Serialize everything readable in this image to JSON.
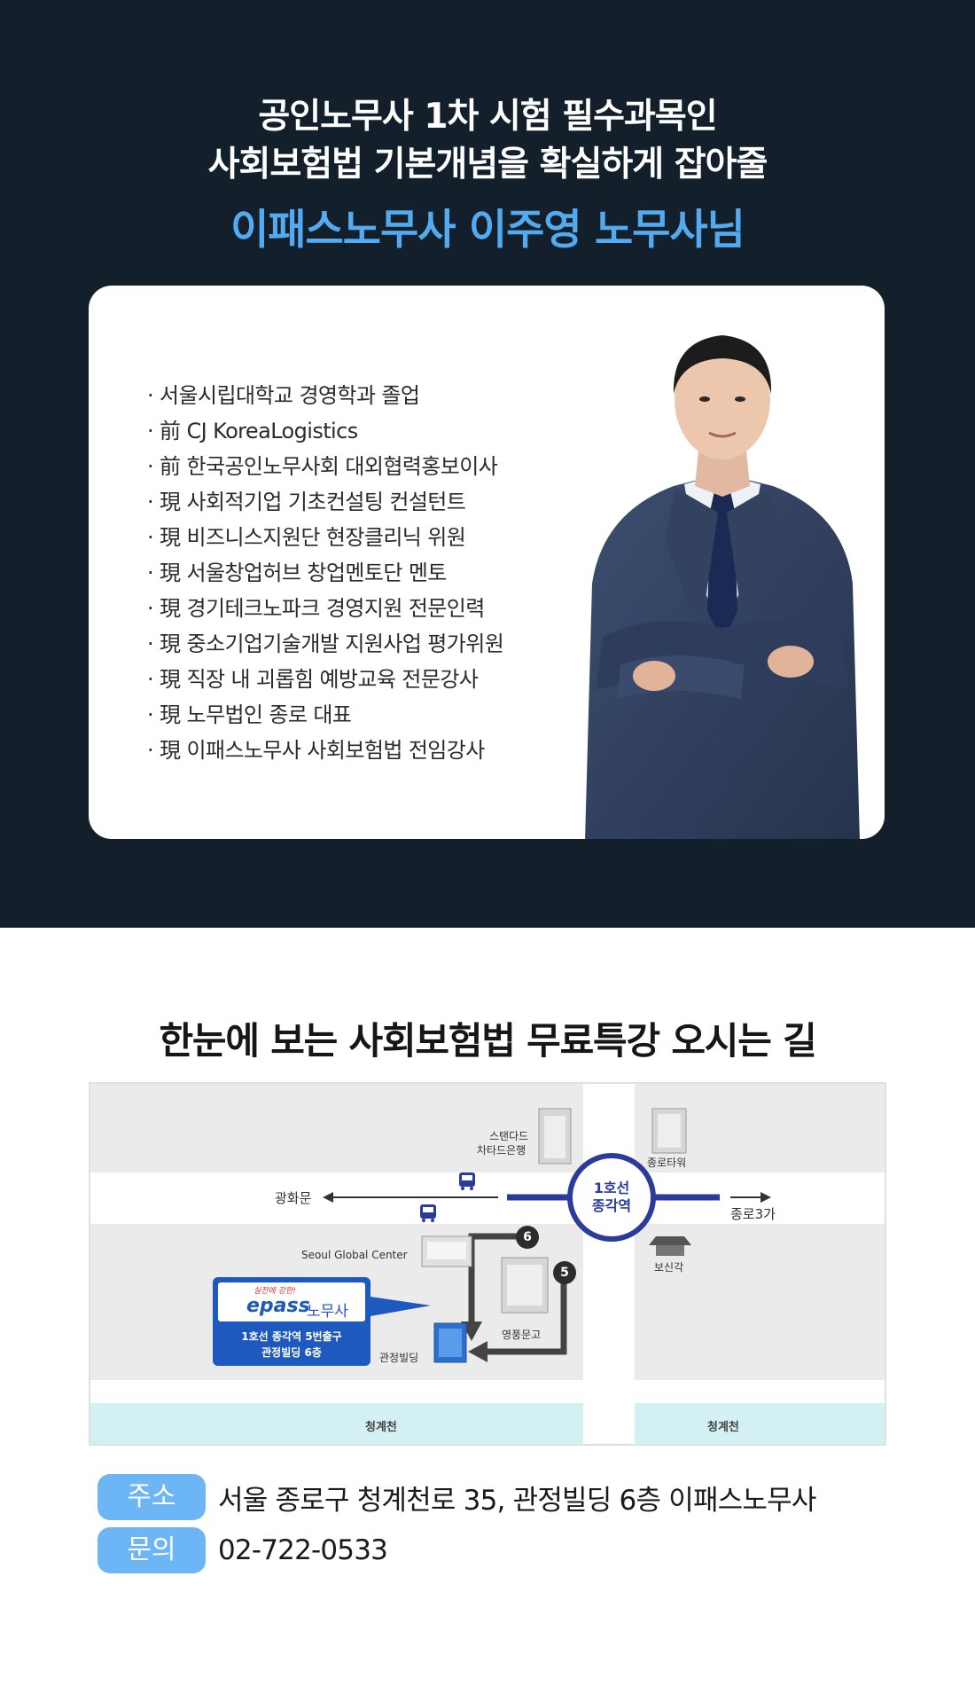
{
  "hero": {
    "line1": "공인노무사 1차 시험 필수과목인",
    "line2": "사회보험법 기본개념을 확실하게 잡아줄",
    "instructor": "이패스노무사 이주영 노무사님"
  },
  "credentials": [
    "·  서울시립대학교 경영학과 졸업",
    "· 前 CJ KoreaLogistics",
    "· 前 한국공인노무사회 대외협력홍보이사",
    "· 現 사회적기업 기초컨설팅 컨설턴트",
    "· 現 비즈니스지원단 현장클리닉 위원",
    "· 現 서울창업허브 창업멘토단 멘토",
    "· 現 경기테크노파크 경영지원 전문인력",
    "· 現 중소기업기술개발 지원사업 평가위원",
    "· 現 직장 내 괴롭힘 예방교육 전문강사",
    "· 現 노무법인 종로 대표",
    "· 現 이패스노무사 사회보험법 전임강사"
  ],
  "map_section": {
    "title": "한눈에 보는 사회보험법 무료특강 오시는 길"
  },
  "map": {
    "station": {
      "line": "1호선",
      "name": "종각역"
    },
    "west": "광화문",
    "east": "종로3가",
    "standard1": "스탠다드",
    "standard2": "차타드은행",
    "tower": "종로타워",
    "bosingak": "보신각",
    "sgc": "Seoul Global Center",
    "youngpoong": "영풍문고",
    "gwanjeong": "관정빌딩",
    "river_left": "청계천",
    "river_right": "청계천",
    "exit6": "6",
    "exit5": "5",
    "epass": {
      "slogan": "실전에 강한!",
      "brand": "epass",
      "brand_ko": "노무사",
      "addr1": "1호선 종각역 5번출구",
      "addr2": "관정빌딩 6층"
    },
    "colors": {
      "line1": "#2b3b9c",
      "river": "#d3f1f3",
      "epass": "#1e59bf"
    }
  },
  "contact": {
    "address_label": "주소",
    "address": "서울 종로구 청계천로 35, 관정빌딩 6층 이패스노무사",
    "phone_label": "문의",
    "phone": "02-722-0533"
  }
}
